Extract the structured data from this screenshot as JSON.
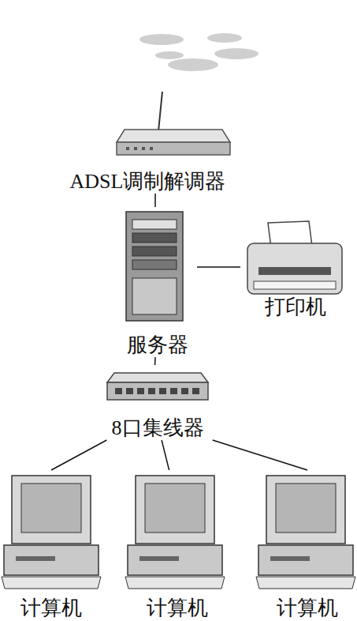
{
  "diagram": {
    "nodes": [
      {
        "text": [
          "ADSL调制解调器"
        ]
      },
      {
        "text": [
          "服务器"
        ]
      },
      {
        "text": [
          "打印机"
        ]
      },
      {
        "text": [
          "8口集线器"
        ]
      },
      {
        "text": [
          "计算机"
        ]
      },
      {
        "text": [
          "计算机"
        ]
      },
      {
        "text": [
          "计算机"
        ]
      }
    ],
    "edges": [
      {
        "from": 0,
        "to": 1,
        "arrow": "none"
      },
      {
        "from": 1,
        "to": 2,
        "arrow": "none"
      },
      {
        "from": 1,
        "to": 3,
        "arrow": "none"
      },
      {
        "from": 3,
        "to": 4,
        "arrow": "none"
      },
      {
        "from": 3,
        "to": 5,
        "arrow": "none"
      },
      {
        "from": 3,
        "to": 6,
        "arrow": "none"
      }
    ]
  }
}
